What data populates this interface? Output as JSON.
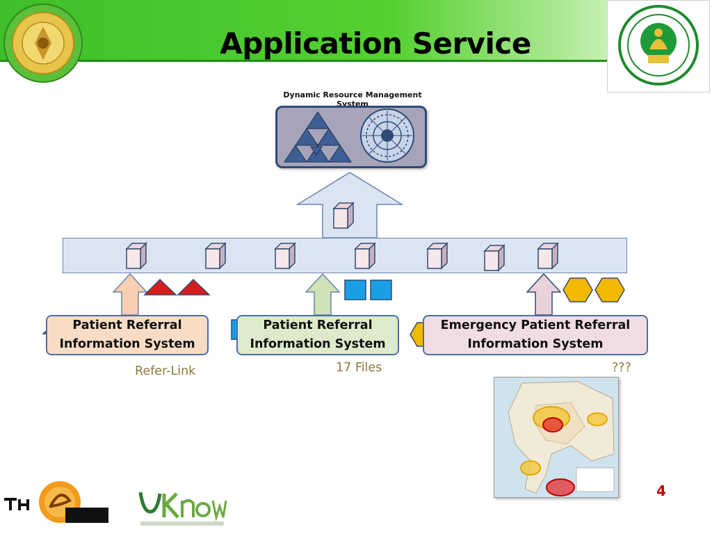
{
  "slide": {
    "title": "Application Service",
    "page_number": "4"
  },
  "drms": {
    "label": "Dynamic Resource Management System"
  },
  "systems": [
    {
      "label_line1": "Patient Referral",
      "label_line2": "Information System",
      "note": "Refer-Link",
      "marker": "red-triangle"
    },
    {
      "label_line1": "Patient Referral",
      "label_line2": "Information System",
      "note": "17 Files",
      "marker": "blue-square"
    },
    {
      "label_line1": "Emergency Patient Referral",
      "label_line2": "Information System",
      "note": "???",
      "marker": "yellow-hexagon"
    }
  ],
  "colors": {
    "header_green": "#44c42c",
    "red_marker": "#d41e1e",
    "blue_marker": "#1a9fe6",
    "yellow_marker": "#f3b800",
    "page_number": "#c00000"
  },
  "icons": {
    "left_logo": "university-seal-logo",
    "right_logo": "ministry-ict-seal-logo",
    "bottom_left_logo": "thegif-logo",
    "bottom_logo": "uknow-logo",
    "service_cube": "cube-icon",
    "map": "thailand-map-image"
  }
}
